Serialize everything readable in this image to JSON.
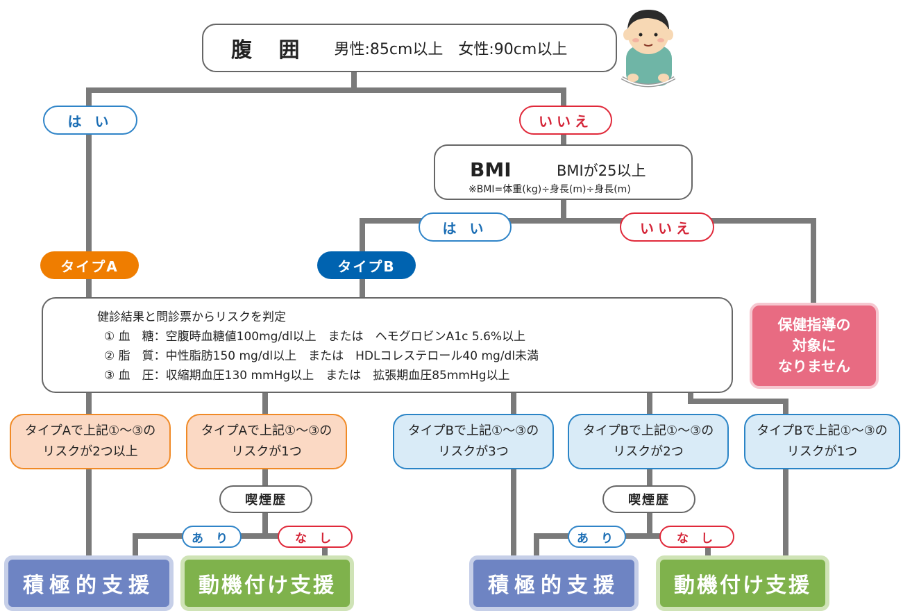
{
  "waist": {
    "title": "腹 囲",
    "criteria": "男性:85cm以上　女性:90cm以上"
  },
  "answers": {
    "yes": "は い",
    "no": "いいえ"
  },
  "bmi": {
    "title": "BMI",
    "criteria": "BMIが25以上",
    "formula": "※BMI=体重(kg)÷身長(m)÷身長(m)"
  },
  "types": {
    "a": "タイプA",
    "b": "タイプB"
  },
  "not_target": [
    "保健指導の",
    "対象に",
    "なりません"
  ],
  "risk": {
    "heading": "健診結果と問診票からリスクを判定",
    "items": [
      "① 血　糖：空腹時血糖値100mg/dl以上　または　ヘモグロビンA1c 5.6%以上",
      "② 脂　質：中性脂肪150 mg/dl以上　または　HDLコレステロール40 mg/dl未満",
      "③ 血　圧：収縮期血圧130 mmHg以上　または　拡張期血圧85mmHg以上"
    ]
  },
  "risk_boxes": {
    "a_two": [
      "タイプAで上記①～③の",
      "リスクが2つ以上"
    ],
    "a_one": [
      "タイプAで上記①～③の",
      "リスクが1つ"
    ],
    "b_three": [
      "タイプBで上記①～③の",
      "リスクが3つ"
    ],
    "b_two": [
      "タイプBで上記①～③の",
      "リスクが2つ"
    ],
    "b_one": [
      "タイプBで上記①～③の",
      "リスクが1つ"
    ]
  },
  "smoking": {
    "label": "喫煙歴",
    "yes": "あ り",
    "no": "な し"
  },
  "outcomes": {
    "active": "積極的支援",
    "motivation": "動機付け支援"
  }
}
